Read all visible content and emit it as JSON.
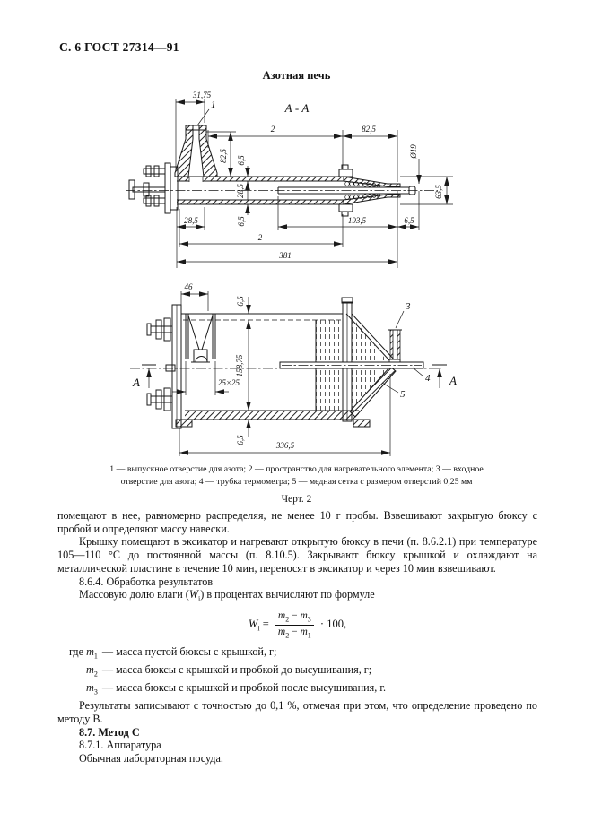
{
  "page": {
    "header": "С. 6 ГОСТ 27314—91"
  },
  "figure": {
    "title": "Азотная печь",
    "section_label": "А - А",
    "view_arrow_label": "А",
    "callouts": {
      "c1": "1",
      "c2": "2",
      "c3": "3",
      "c4": "4",
      "c5": "5"
    },
    "dims": {
      "d31_75": "31,75",
      "d2": "2",
      "d82_5": "82,5",
      "d82_5v": "82,5",
      "d6_5a": "6,5",
      "d28_5v": "28,5",
      "d6_5b": "6,5",
      "dphi19": "Ø19",
      "d63_5": "63,5",
      "d28_5": "28,5",
      "d193_5": "193,5",
      "d6_5c": "6,5",
      "d2b": "2",
      "d381": "381",
      "d46": "46",
      "d6_5d": "6,5",
      "d158_75": "158,75",
      "d25x25": "25×25",
      "d6_5e": "6,5",
      "d336_5": "336,5"
    },
    "caption_line1": "1 — выпускное отверстие для азота; 2 — пространство для нагревательного элемента; 3 — входное",
    "caption_line2": "отверстие для азота; 4 — трубка термометра; 5 — медная сетка с размером отверстий 0,25 мм",
    "fig_label": "Черт. 2"
  },
  "body": {
    "p1": "помещают в нее, равномерно распределяя, не менее 10 г пробы. Взвешивают закрытую бюксу с пробой и определяют массу навески.",
    "p2": "Крышку помещают в эксикатор и нагревают открытую бюксу в печи (п. 8.6.2.1) при температуре 105—110 °С до постоянной массы (п. 8.10.5). Закрывают бюксу крышкой и охлаждают на металлической пластине в течение 10 мин, переносят в эксикатор и через 10 мин взвешивают.",
    "p3": "8.6.4.  Обработка результатов",
    "p4_pre": "Массовую долю влаги (",
    "p4_var": "W",
    "p4_var_sub": "i",
    "p4_post": ") в процентах вычисляют по формуле"
  },
  "formula": {
    "lhs": "W",
    "lhs_sub": "i",
    "eq": "=",
    "num_a": "m",
    "num_a_sub": "2",
    "minus1": "−",
    "num_b": "m",
    "num_b_sub": "3",
    "den_a": "m",
    "den_a_sub": "2",
    "minus2": "−",
    "den_b": "m",
    "den_b_sub": "1",
    "times": "·",
    "factor": "100,"
  },
  "where": {
    "lead": "где",
    "items": [
      {
        "base": "m",
        "sub": "1",
        "text": "— масса пустой бюксы с крышкой, г;"
      },
      {
        "base": "m",
        "sub": "2",
        "text": "— масса бюксы с крышкой и пробкой до высушивания, г;"
      },
      {
        "base": "m",
        "sub": "3",
        "text": "— масса бюксы с крышкой и пробкой после высушивания, г."
      }
    ]
  },
  "tail": {
    "p1": "Результаты записывают с точностью до 0,1 %, отмечая при этом, что определение проведено по методу В.",
    "p2": "8.7.  Метод С",
    "p3": "8.7.1.  Аппаратура",
    "p4": "Обычная лабораторная посуда."
  }
}
